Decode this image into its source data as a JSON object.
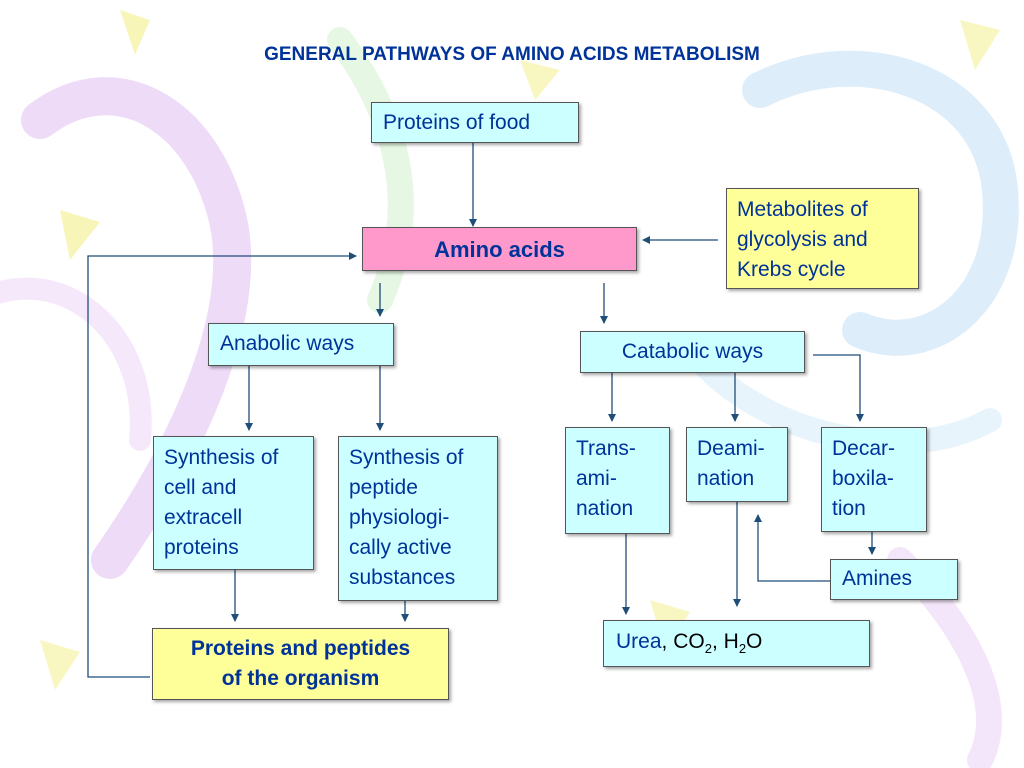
{
  "title": "GENERAL PATHWAYS OF AMINO ACIDS METABOLISM",
  "nodes": {
    "proteins_of_food": "Proteins of food",
    "amino_acids": "Amino acids",
    "metabolites": [
      "Metabolites of",
      "glycolysis and",
      "Krebs cycle"
    ],
    "anabolic_ways": "Anabolic ways",
    "catabolic_ways": "Catabolic ways",
    "synthesis_cell": [
      "Synthesis of",
      "cell and",
      "extracell",
      "proteins"
    ],
    "synthesis_peptide": [
      "Synthesis of",
      "peptide",
      "physiologi-",
      "cally active",
      "substances"
    ],
    "transamination": [
      "Trans-",
      "ami-",
      "nation"
    ],
    "deamination": [
      "Deami-",
      "nation"
    ],
    "decarboxilation": [
      "Decar-",
      "boxila-",
      "tion"
    ],
    "amines": "Amines",
    "proteins_peptides": [
      "Proteins and peptides",
      "of the organism"
    ],
    "products": {
      "urea": "Urea",
      "sep1": ",",
      "co2_base": "CO",
      "co2_sub": "2",
      "sep2": ",",
      "h2o_h": "H",
      "h2o_sub": "2",
      "h2o_o": "O"
    }
  },
  "colors": {
    "text": "#003399",
    "arrow": "#1f4e79",
    "cyan_box": "#ccffff",
    "yellow_box": "#ffff99",
    "pink_box": "#ff99cc"
  }
}
